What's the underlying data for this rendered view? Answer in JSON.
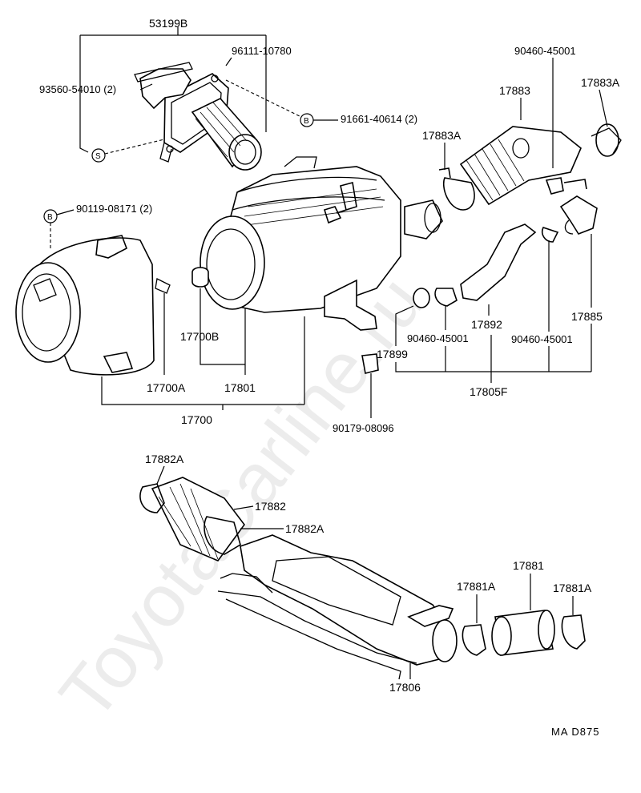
{
  "watermark": "ToyotaCarline.ru",
  "footer_code": "MA  D875",
  "markers": {
    "s": "S",
    "b": "B"
  },
  "parts": {
    "p53199B": "53199B",
    "p96111_10780": "96111-10780",
    "p93560_54010": "93560-54010 (2)",
    "p91661_40614": "91661-40614 (2)",
    "p90119_08171": "90119-08171 (2)",
    "p17700B": "17700B",
    "p17700A": "17700A",
    "p17801": "17801",
    "p17700": "17700",
    "p90460_45001_top": "90460-45001",
    "p17883": "17883",
    "p17883A_right": "17883A",
    "p17883A_left": "17883A",
    "p17885": "17885",
    "p17892": "17892",
    "p90460_45001_mid": "90460-45001",
    "p90460_45001_right": "90460-45001",
    "p17899": "17899",
    "p17805F": "17805F",
    "p90179_08096": "90179-08096",
    "p17882A_top": "17882A",
    "p17882": "17882",
    "p17882A_bottom": "17882A",
    "p17881": "17881",
    "p17881A_left": "17881A",
    "p17881A_right": "17881A",
    "p17806": "17806"
  }
}
